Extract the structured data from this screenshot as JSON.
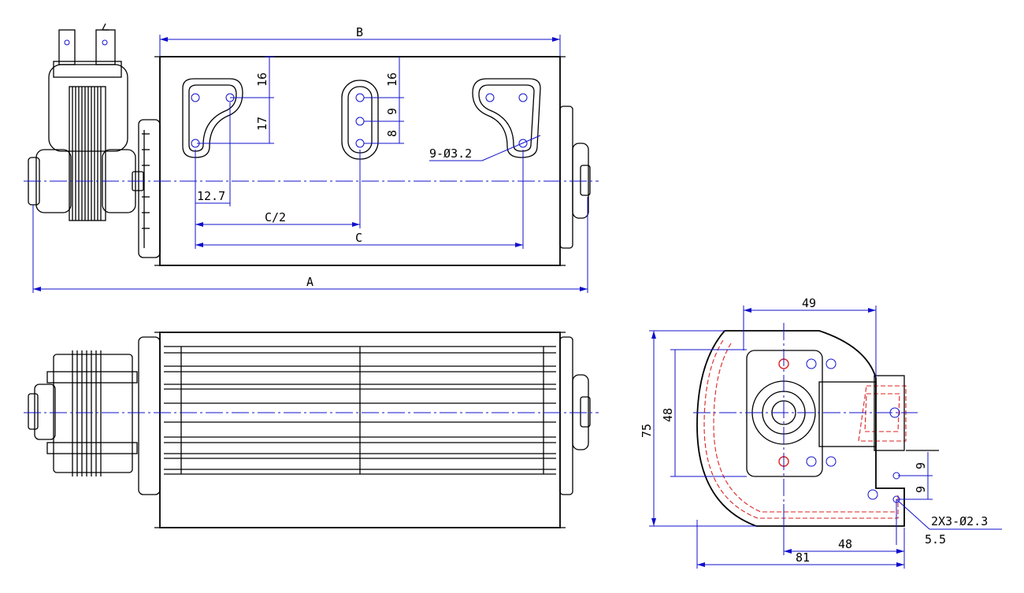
{
  "drawing": {
    "top_view": {
      "label_B": "B",
      "label_A": "A",
      "label_C": "C",
      "label_C_half": "C/2",
      "dim_16_a": "16",
      "dim_16_b": "16",
      "dim_17": "17",
      "dim_9": "9",
      "dim_8": "8",
      "dim_12_7": "12.7",
      "hole_callout": "9-Ø3.2"
    },
    "side_view": {
      "dim_49": "49",
      "dim_75": "75",
      "dim_48_v": "48",
      "dim_48_h": "48",
      "dim_81": "81",
      "dim_9_a": "9",
      "dim_9_b": "9",
      "dim_5_5": "5.5",
      "hole_callout": "2X3-Ø2.3"
    }
  },
  "colors": {
    "outline": "#000000",
    "dimension": "#1010cc",
    "hidden_red": "#dd2222"
  }
}
